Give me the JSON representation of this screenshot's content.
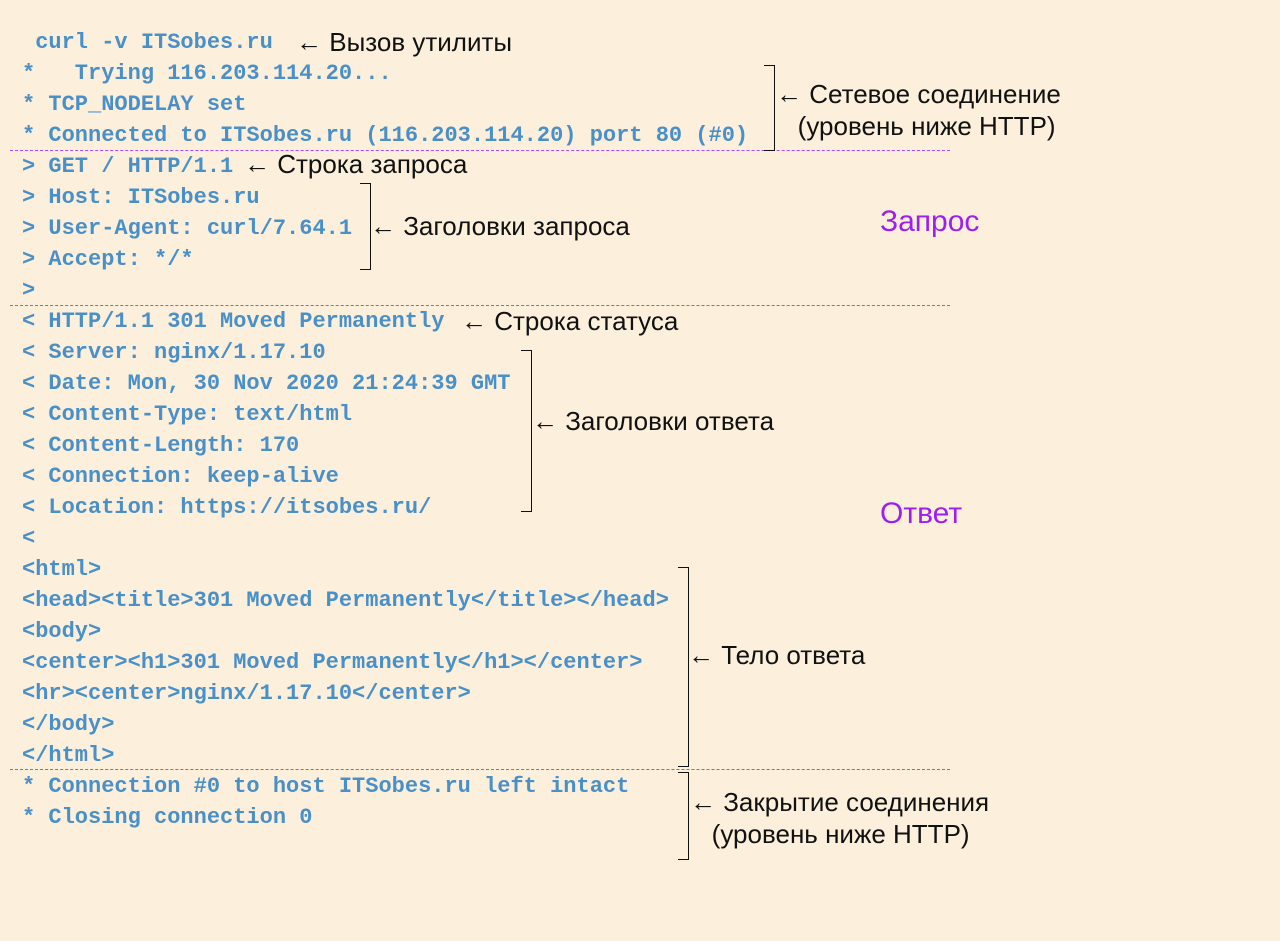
{
  "code_lines": [
    " curl -v ITSobes.ru",
    "*   Trying 116.203.114.20...",
    "* TCP_NODELAY set",
    "* Connected to ITSobes.ru (116.203.114.20) port 80 (#0)",
    "> GET / HTTP/1.1",
    "> Host: ITSobes.ru",
    "> User-Agent: curl/7.64.1",
    "> Accept: */*",
    ">",
    "< HTTP/1.1 301 Moved Permanently",
    "< Server: nginx/1.17.10",
    "< Date: Mon, 30 Nov 2020 21:24:39 GMT",
    "< Content-Type: text/html",
    "< Content-Length: 170",
    "< Connection: keep-alive",
    "< Location: https://itsobes.ru/",
    "<",
    "<html>",
    "<head><title>301 Moved Permanently</title></head>",
    "<body>",
    "<center><h1>301 Moved Permanently</h1></center>",
    "<hr><center>nginx/1.17.10</center>",
    "</body>",
    "</html>",
    "* Connection #0 to host ITSobes.ru left intact",
    "* Closing connection 0"
  ],
  "annotations": {
    "utility_call": "← Вызов утилиты",
    "network": "← Сетевое соединение\n   (уровень ниже HTTP)",
    "request_line": "← Строка запроса",
    "request_headers": "← Заголовки запроса",
    "status_line": "← Строка статуса",
    "response_headers": "← Заголовки ответа",
    "response_body": "← Тело ответа",
    "closing": "← Закрытие соединения\n   (уровень ниже HTTP)"
  },
  "sections": {
    "request": "Запрос",
    "response": "Ответ"
  },
  "colors": {
    "code": "#4a90c8",
    "section": "#9b1ff0",
    "background": "#fcefdc"
  }
}
